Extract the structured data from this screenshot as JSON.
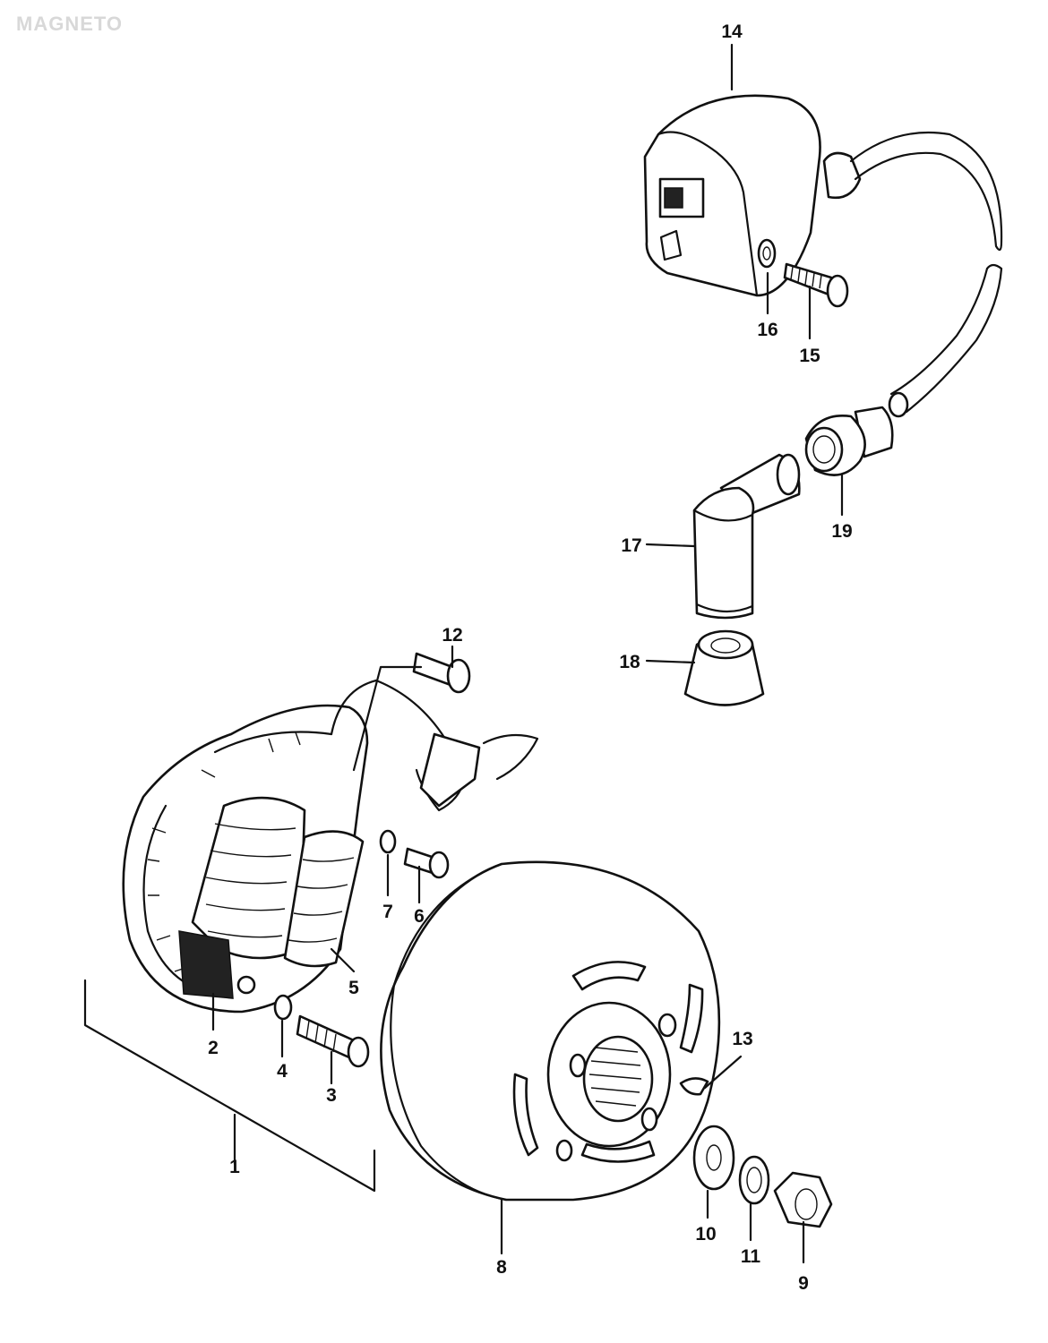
{
  "header": {
    "title": "MAGNETO"
  },
  "callouts": [
    {
      "id": "1",
      "text": "1"
    },
    {
      "id": "2",
      "text": "2"
    },
    {
      "id": "3",
      "text": "3"
    },
    {
      "id": "4",
      "text": "4"
    },
    {
      "id": "5",
      "text": "5"
    },
    {
      "id": "6",
      "text": "6"
    },
    {
      "id": "7",
      "text": "7"
    },
    {
      "id": "8",
      "text": "8"
    },
    {
      "id": "9",
      "text": "9"
    },
    {
      "id": "10",
      "text": "10"
    },
    {
      "id": "11",
      "text": "11"
    },
    {
      "id": "12",
      "text": "12"
    },
    {
      "id": "13",
      "text": "13"
    },
    {
      "id": "14",
      "text": "14"
    },
    {
      "id": "15",
      "text": "15"
    },
    {
      "id": "16",
      "text": "16"
    },
    {
      "id": "17",
      "text": "17"
    },
    {
      "id": "18",
      "text": "18"
    },
    {
      "id": "19",
      "text": "19"
    }
  ]
}
